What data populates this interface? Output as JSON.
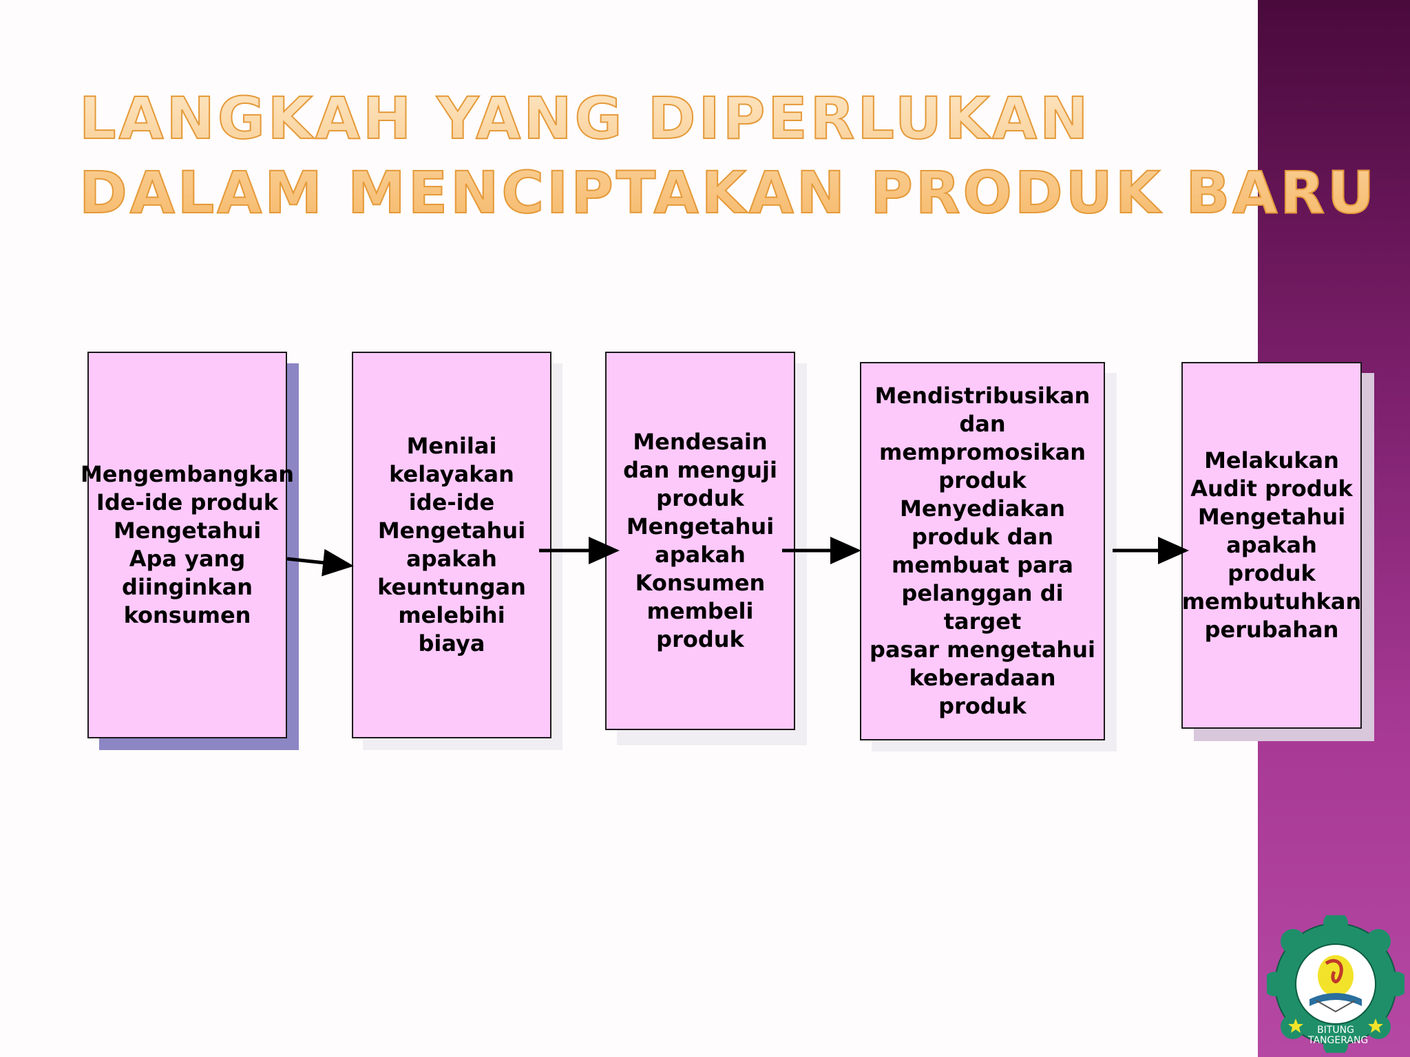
{
  "slide": {
    "title_line1": "Langkah yang diperlukan",
    "title_line2": "dalam menciptakan produk baru"
  },
  "diagram": {
    "steps": [
      {
        "text": "Mengembangkan\nIde-ide produk\nMengetahui\nApa yang\ndiinginkan\nkonsumen"
      },
      {
        "text": "Menilai\nkelayakan\nide-ide\nMengetahui\napakah\nkeuntungan\nmelebihi\nbiaya"
      },
      {
        "text": "Mendesain\ndan menguji\nproduk\nMengetahui\napakah\nKonsumen\nmembeli\nproduk"
      },
      {
        "text": "Mendistribusikan\ndan mempromosikan\nproduk\nMenyediakan\nproduk dan\nmembuat para\npelanggan di target\npasar mengetahui\nkeberadaan produk"
      },
      {
        "text": "Melakukan\nAudit produk\nMengetahui\napakah produk\nmembutuhkan\nperubahan"
      }
    ]
  },
  "logo": {
    "name": "school-logo",
    "bottom_text": "BITUNG\nTANGERANG"
  },
  "colors": {
    "box_fill": "#fdc9fb",
    "title": "#f7c27c",
    "side_band": "#8b2a7c"
  }
}
